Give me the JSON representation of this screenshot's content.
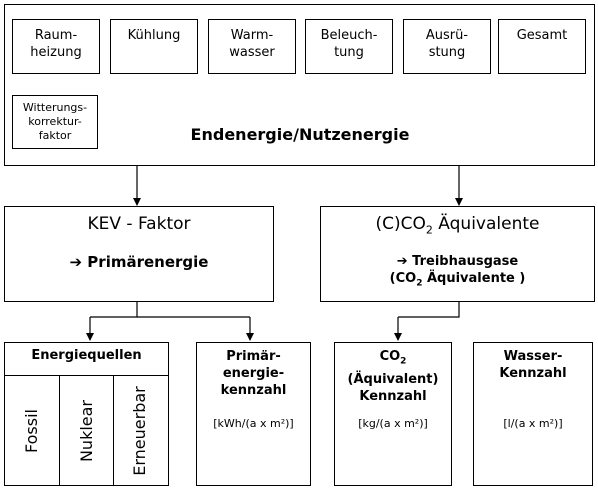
{
  "top": {
    "items": [
      "Raum-\nheizung",
      "Kühlung",
      "Warm-\nwasser",
      "Beleuch-\ntung",
      "Ausrü-\nstung",
      "Gesamt"
    ],
    "correction": "Witterungs-\nkorrektur-\nfaktor",
    "title": "Endenergie/Nutzenergie"
  },
  "kev": {
    "title": "KEV - Faktor",
    "subtitle": "➔ Primärenergie"
  },
  "co2": {
    "title_prefix": "(C)CO",
    "title_sub": "2",
    "title_suffix": " Äquivalente",
    "sub_line1": "➔ Treibhausgase",
    "sub_line2_prefix": "(CO",
    "sub_line2_sub": "2",
    "sub_line2_suffix": " Äquivalente  )"
  },
  "bottom": {
    "sources": {
      "title": "Energiequellen",
      "items": [
        "Fossil",
        "Nuklear",
        "Erneuerbar"
      ]
    },
    "primary": {
      "title": "Primär-\nenergie-\nkennzahl",
      "unit": "[kWh/(a x m²)]"
    },
    "co2": {
      "title_line1_prefix": "CO",
      "title_line1_sub": "2",
      "title_rest": "(Äquivalent)\nKennzahl",
      "unit": "[kg/(a x m²)]"
    },
    "water": {
      "title": "Wasser-\nKennzahl",
      "unit": "[l/(a x m²)]"
    }
  }
}
